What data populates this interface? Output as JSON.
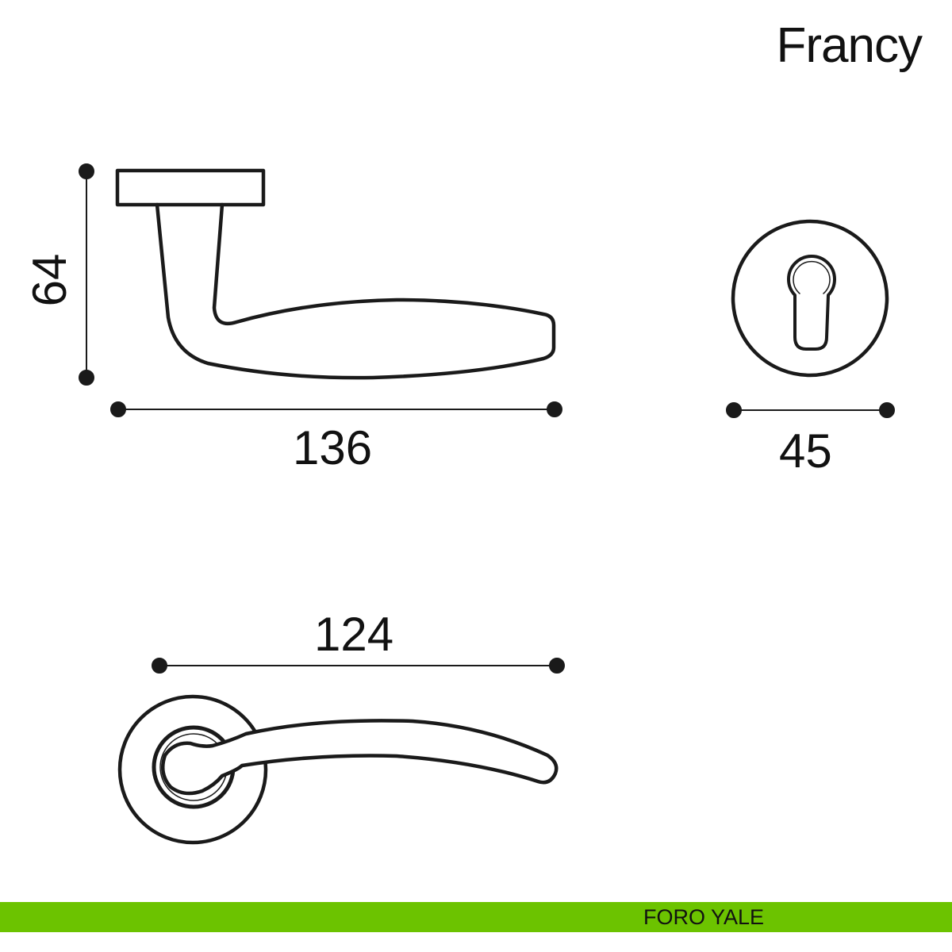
{
  "title": "Francy",
  "dimensions": {
    "height": "64",
    "length": "136",
    "rosette_diameter": "45",
    "top_length": "124"
  },
  "footer": {
    "label": "FORO YALE",
    "color": "#6cc300"
  },
  "colors": {
    "line": "#1a1a1a"
  }
}
